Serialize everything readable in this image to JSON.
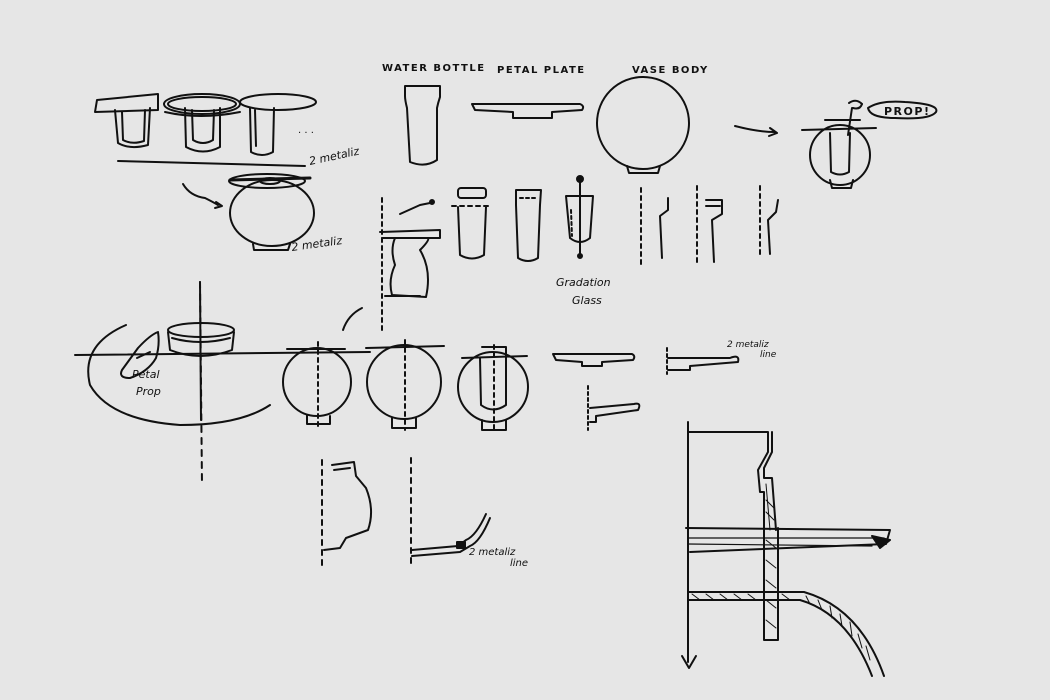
{
  "sketch": {
    "labels": {
      "water_bottle": "WATER BOTTLE",
      "petal_plate": "PETAL PLATE",
      "vase_body": "VASE BODY",
      "prop": "PROP!",
      "metalic_top": "2 metaliz",
      "metalic_bottom": "2 metaliz",
      "gradation_glass_line1": "Gradation",
      "gradation_glass_line2": "Glass",
      "petal_prop_line1": "Petal",
      "petal_prop_line2": "Prop",
      "metalic_line_line1": "2 metaliz",
      "metalic_line_line2": "line",
      "metalic_bottom_right_line1": "2 metaliz",
      "metalic_bottom_right_line2": "line"
    },
    "colors": {
      "background": "#e6e6e6",
      "ink": "#111111"
    }
  }
}
